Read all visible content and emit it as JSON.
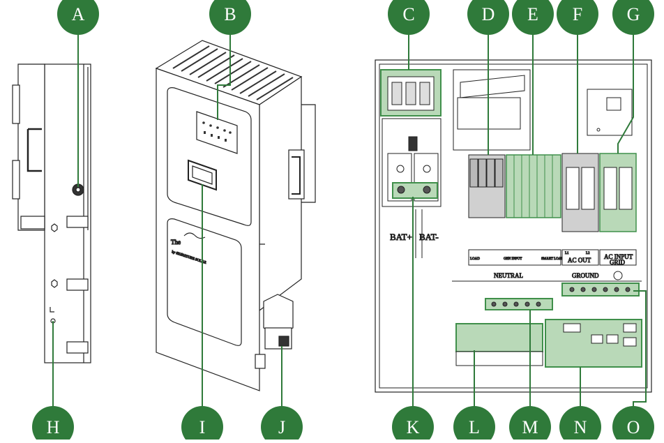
{
  "colors": {
    "callout": "#2f7a3a",
    "highlight_fill": "#b9d9b8",
    "highlight_stroke": "#3f8f4a",
    "line": "#222222"
  },
  "callouts": [
    {
      "letter": "A"
    },
    {
      "letter": "B"
    },
    {
      "letter": "C"
    },
    {
      "letter": "D"
    },
    {
      "letter": "E"
    },
    {
      "letter": "F"
    },
    {
      "letter": "G"
    },
    {
      "letter": "H"
    },
    {
      "letter": "I"
    },
    {
      "letter": "J"
    },
    {
      "letter": "K"
    },
    {
      "letter": "L"
    },
    {
      "letter": "M"
    },
    {
      "letter": "N"
    },
    {
      "letter": "O"
    }
  ],
  "panel_labels": {
    "bat_pos": "BAT+",
    "bat_neg": "BAT-",
    "neutral": "NEUTRAL",
    "ground": "GROUND",
    "ac_out": "AC OUT",
    "ac_input": "AC INPUT",
    "grid": "GRID",
    "gen_input": "GEN INPUT",
    "load": "LOAD",
    "l1": "L1",
    "l2": "L2",
    "smart_load": "SMART LOAD"
  },
  "brand": {
    "logo_text": "The",
    "sub_text": "by SIGNATURE SOLAR"
  }
}
